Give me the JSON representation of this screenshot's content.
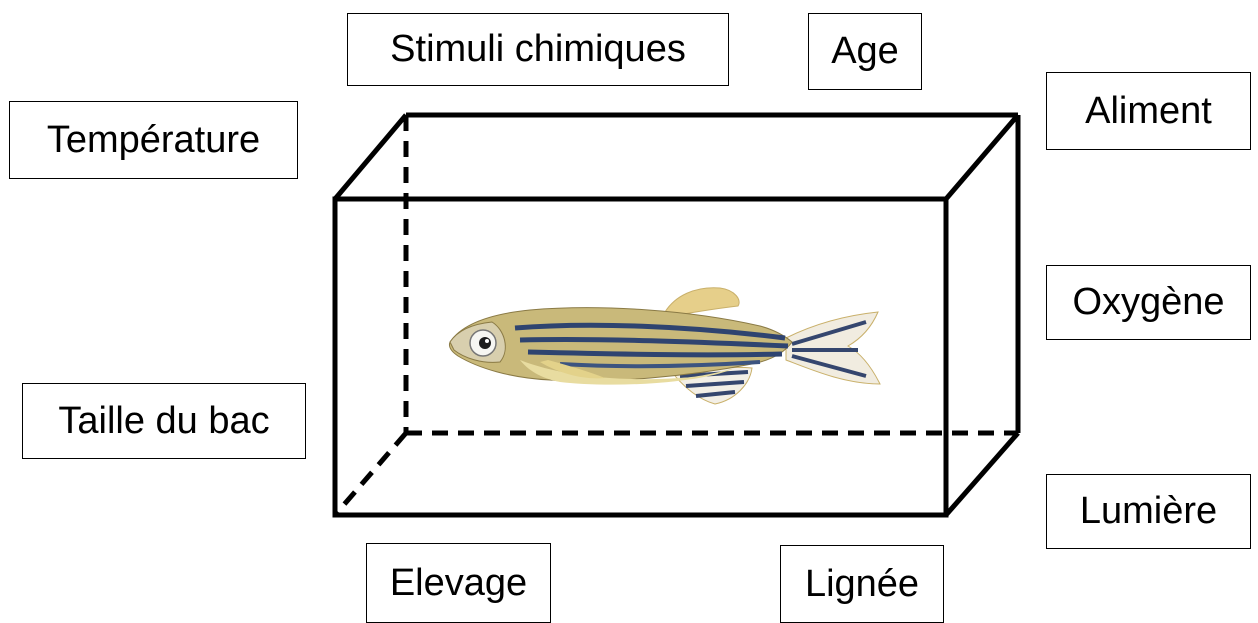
{
  "labels": {
    "stimuli": "Stimuli chimiques",
    "age": "Age",
    "temperature": "Température",
    "aliment": "Aliment",
    "oxygene": "Oxygène",
    "taille": "Taille du bac",
    "lumiere": "Lumière",
    "elevage": "Elevage",
    "lignee": "Lignée"
  },
  "icons": {
    "fish": "zebrafish-icon",
    "tank": "tank-icon"
  },
  "colors": {
    "line": "#000000",
    "background": "#ffffff"
  }
}
